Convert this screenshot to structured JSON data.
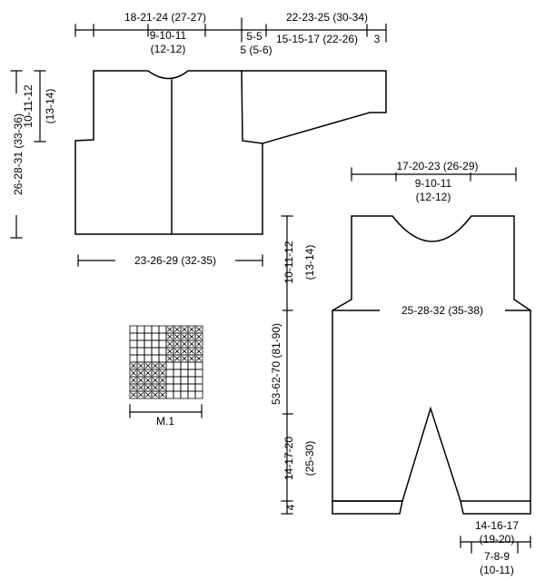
{
  "cardigan": {
    "top_width_left": "18-21-24 (27-27)",
    "neck_width": "9-10-11",
    "neck_width_b": "(12-12)",
    "sleeve_total": "22-23-25 (30-34)",
    "shoulder_step_1": "5-5",
    "shoulder_step_2": "5 (5-6)",
    "sleeve_length": "15-15-17 (22-26)",
    "cuff": "3",
    "total_height": "26-28-31 (33-36)",
    "armhole_height": "10-11-12",
    "armhole_height_b": "(13-14)",
    "bottom_width": "23-26-29 (32-35)"
  },
  "chart": {
    "label": "M.1",
    "cross_glyph": "×"
  },
  "overalls": {
    "top_width": "17-20-23 (26-29)",
    "neck_width": "9-10-11",
    "neck_width_b": "(12-12)",
    "total_height": "53-62-70 (81-90)",
    "bib_height": "10-11-12",
    "bib_height_b": "(13-14)",
    "body_width": "25-28-32 (35-38)",
    "leg_height": "14-17-20",
    "leg_height_b": "(25-30)",
    "cuff": "4",
    "leg_width": "14-16-17",
    "leg_width_b": "(19-20)",
    "cuff_width": "7-8-9",
    "cuff_width_b": "(10-11)"
  }
}
